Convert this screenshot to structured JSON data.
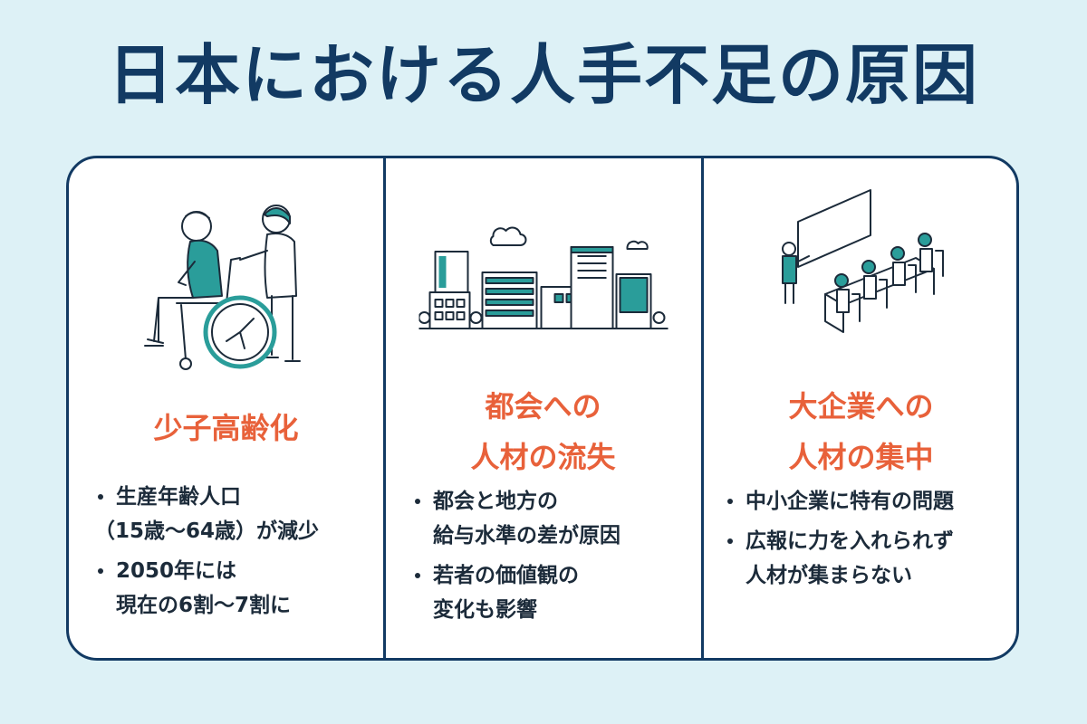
{
  "title": "日本における人手不足の原因",
  "colors": {
    "accent": "#e8613a",
    "navy": "#123a63",
    "teal": "#2a9d9a",
    "background": "#ddf1f6"
  },
  "columns": [
    {
      "icon": "elderly-care-icon",
      "heading": [
        "少子高齢化"
      ],
      "bullets": [
        [
          "生産年齢人口",
          "（15歳〜64歳）が減少"
        ],
        [
          "2050年には",
          "現在の6割〜7割に"
        ]
      ]
    },
    {
      "icon": "city-buildings-icon",
      "heading": [
        "都会への",
        "人材の流失"
      ],
      "bullets": [
        [
          "都会と地方の",
          "給与水準の差が原因"
        ],
        [
          "若者の価値観の",
          "変化も影響"
        ]
      ]
    },
    {
      "icon": "office-meeting-icon",
      "heading": [
        "大企業への",
        "人材の集中"
      ],
      "bullets": [
        [
          "中小企業に特有の問題"
        ],
        [
          "広報に力を入れられず",
          "人材が集まらない"
        ]
      ]
    }
  ]
}
